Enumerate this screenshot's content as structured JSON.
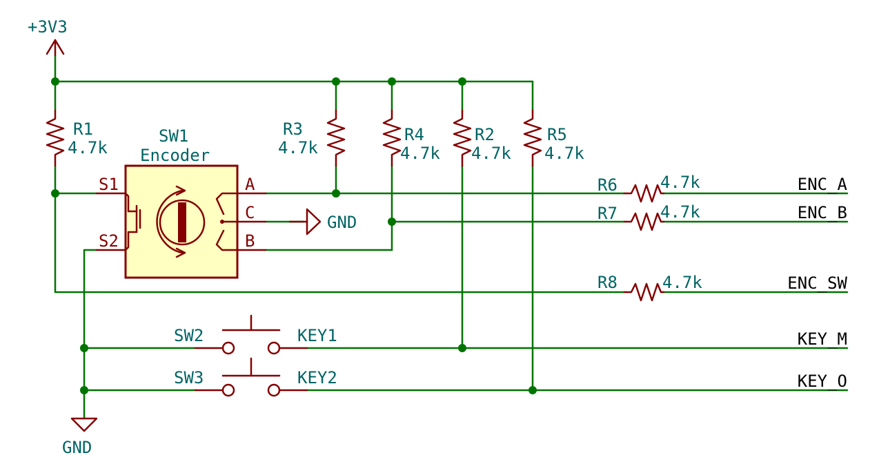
{
  "power": {
    "vcc": "+3V3",
    "gnd_main": "GND",
    "gnd_encoder": "GND"
  },
  "encoder": {
    "ref": "SW1",
    "value": "Encoder",
    "pins": {
      "s1": "S1",
      "s2": "S2",
      "a": "A",
      "c": "C",
      "b": "B"
    }
  },
  "resistors": [
    {
      "ref": "R1",
      "value": "4.7k"
    },
    {
      "ref": "R3",
      "value": "4.7k"
    },
    {
      "ref": "R4",
      "value": "4.7k"
    },
    {
      "ref": "R2",
      "value": "4.7k"
    },
    {
      "ref": "R5",
      "value": "4.7k"
    },
    {
      "ref": "R6",
      "value": "4.7k"
    },
    {
      "ref": "R7",
      "value": "4.7k"
    },
    {
      "ref": "R8",
      "value": "4.7k"
    }
  ],
  "switches": [
    {
      "ref": "SW2",
      "value": "KEY1"
    },
    {
      "ref": "SW3",
      "value": "KEY2"
    }
  ],
  "nets": [
    "ENC_A",
    "ENC_B",
    "ENC_SW",
    "KEY_M",
    "KEY_O"
  ],
  "colors": {
    "wire": "#007400",
    "device": "#840000",
    "device_fill": "#FFFFC2",
    "ref_text": "#006464",
    "net_text": "#000000"
  }
}
